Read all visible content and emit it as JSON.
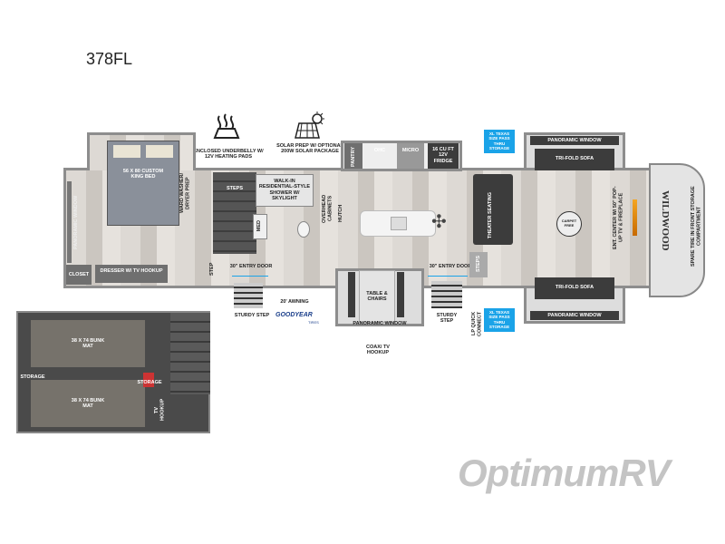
{
  "title": "378FL",
  "colors": {
    "wall": "#8d8d8d",
    "storage_callout": "#1aa3e8",
    "bunk_room": "#4a4a4a",
    "logo": "#b9b9b9"
  },
  "features": {
    "underbelly": {
      "icon": "heat-waves-icon",
      "label": "ENCLOSED UNDERBELLY W/ 12V HEATING PADS"
    },
    "solar": {
      "icon": "solar-panel-icon",
      "label": "SOLAR PREP W/ OPTIONAL 200W SOLAR PACKAGE"
    }
  },
  "rooms": {
    "bed": "56 X 80 CUSTOM KING BED",
    "ward": "WARD WASHER/ DRYER PREP",
    "pano_rear": "PANORAMIC WINDOW",
    "closet": "CLOSET",
    "dresser": "DRESSER W/ TV HOOKUP",
    "step_small": "STEP",
    "steps": "STEPS",
    "shower": "WALK-IN RESIDENTIAL-STYLE SHOWER W/ SKYLIGHT",
    "med": "MED",
    "overhead": "OVERHEAD CABINETS",
    "hutch": "HUTCH",
    "entry_rear": "30\" ENTRY DOOR",
    "sturdy_rear": "STURDY STEP",
    "awning": "20' AWNING",
    "goodyear": "GOODYEAR",
    "tires": "TIRES",
    "pantry": "PANTRY",
    "ohc": "OHC",
    "micro": "MICRO",
    "fridge": "16 CU FT 12V FRIDGE",
    "table": "TABLE & CHAIRS",
    "pano_dinette": "PANORAMIC WINDOW",
    "coax": "COAX/ TV HOOKUP",
    "entry_front": "30\" ENTRY DOOR",
    "sturdy_front": "STURDY STEP",
    "steps_front": "STEPS",
    "theater": "THEATER SEATING",
    "storage_top": "XL TEXAS SIZE PASS THRU STORAGE",
    "storage_bottom": "XL TEXAS SIZE PASS THRU STORAGE",
    "lp": "LP QUICK CONNECT",
    "pano_top": "PANORAMIC WINDOW",
    "sofa_top": "TRI-FOLD SOFA",
    "sofa_bottom": "TRI-FOLD SOFA",
    "pano_bottom": "PANORAMIC WINDOW",
    "carpet": "CARPET FREE",
    "ent": "ENT. CENTER W/ 50\" POP-UP TV & FIREPLACE",
    "brand": "WILDWOOD",
    "spare": "SPARE TIRE IN FRONT STORAGE COMPARTMENT"
  },
  "bunk": {
    "mat_top": "38 X 74 BUNK MAT",
    "mat_bottom": "38 X 74 BUNK MAT",
    "storage_left": "STORAGE",
    "storage_right": "STORAGE",
    "tv": "TV HOOKUP"
  },
  "watermark": "OptimumRV"
}
